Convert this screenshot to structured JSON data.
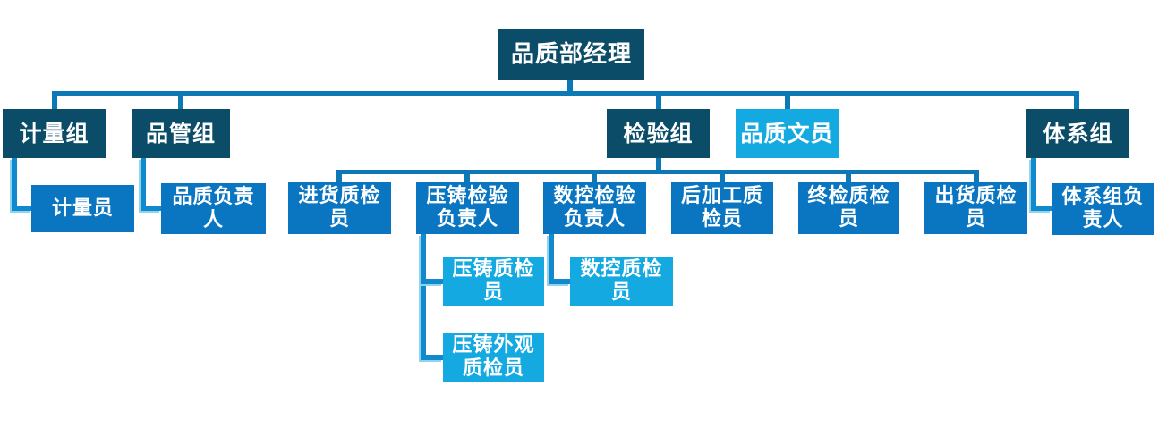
{
  "diagram": {
    "type": "org-chart",
    "department": "品质部",
    "colors": {
      "group_box": "#0B4C69",
      "member_box": "#0A76C2",
      "light_box": "#14A9E1",
      "connector_line": "#0C79B6",
      "elbow_connector": "#1089CD",
      "text": "#FFFFFF",
      "background": "#FFFFFF"
    },
    "nodes": {
      "manager": {
        "label": "品质部经理"
      },
      "metrology_group": {
        "label": "计量组"
      },
      "qc_group": {
        "label": "品管组"
      },
      "inspection_group": {
        "label": "检验组"
      },
      "quality_clerk": {
        "label": "品质文员"
      },
      "system_group": {
        "label": "体系组"
      },
      "metrology_staff": {
        "label": "计量员"
      },
      "quality_leader": {
        "label": "品质负责\n人"
      },
      "incoming_inspector": {
        "label": "进货质检\n员"
      },
      "diecast_lead": {
        "label": "压铸检验\n负责人"
      },
      "cnc_lead": {
        "label": "数控检验\n负责人"
      },
      "postprocess_inspector": {
        "label": "后加工质\n检员"
      },
      "final_inspector": {
        "label": "终检质检\n员"
      },
      "outgoing_inspector": {
        "label": "出货质检\n员"
      },
      "system_leader": {
        "label": "体系组负\n责人"
      },
      "diecast_inspector": {
        "label": "压铸质检\n员"
      },
      "diecast_appearance_inspector": {
        "label": "压铸外观\n质检员"
      },
      "cnc_inspector": {
        "label": "数控质检\n员"
      }
    },
    "edges": [
      {
        "from": "品质部经理",
        "to": "计量组"
      },
      {
        "from": "品质部经理",
        "to": "品管组"
      },
      {
        "from": "品质部经理",
        "to": "检验组"
      },
      {
        "from": "品质部经理",
        "to": "品质文员"
      },
      {
        "from": "品质部经理",
        "to": "体系组"
      },
      {
        "from": "计量组",
        "to": "计量员"
      },
      {
        "from": "品管组",
        "to": "品质负责人"
      },
      {
        "from": "检验组",
        "to": "进货质检员"
      },
      {
        "from": "检验组",
        "to": "压铸检验负责人"
      },
      {
        "from": "检验组",
        "to": "数控检验负责人"
      },
      {
        "from": "检验组",
        "to": "后加工质检员"
      },
      {
        "from": "检验组",
        "to": "终检质检员"
      },
      {
        "from": "检验组",
        "to": "出货质检员"
      },
      {
        "from": "体系组",
        "to": "体系组负责人"
      },
      {
        "from": "压铸检验负责人",
        "to": "压铸质检员"
      },
      {
        "from": "压铸检验负责人",
        "to": "压铸外观质检员"
      },
      {
        "from": "数控检验负责人",
        "to": "数控质检员"
      }
    ]
  }
}
